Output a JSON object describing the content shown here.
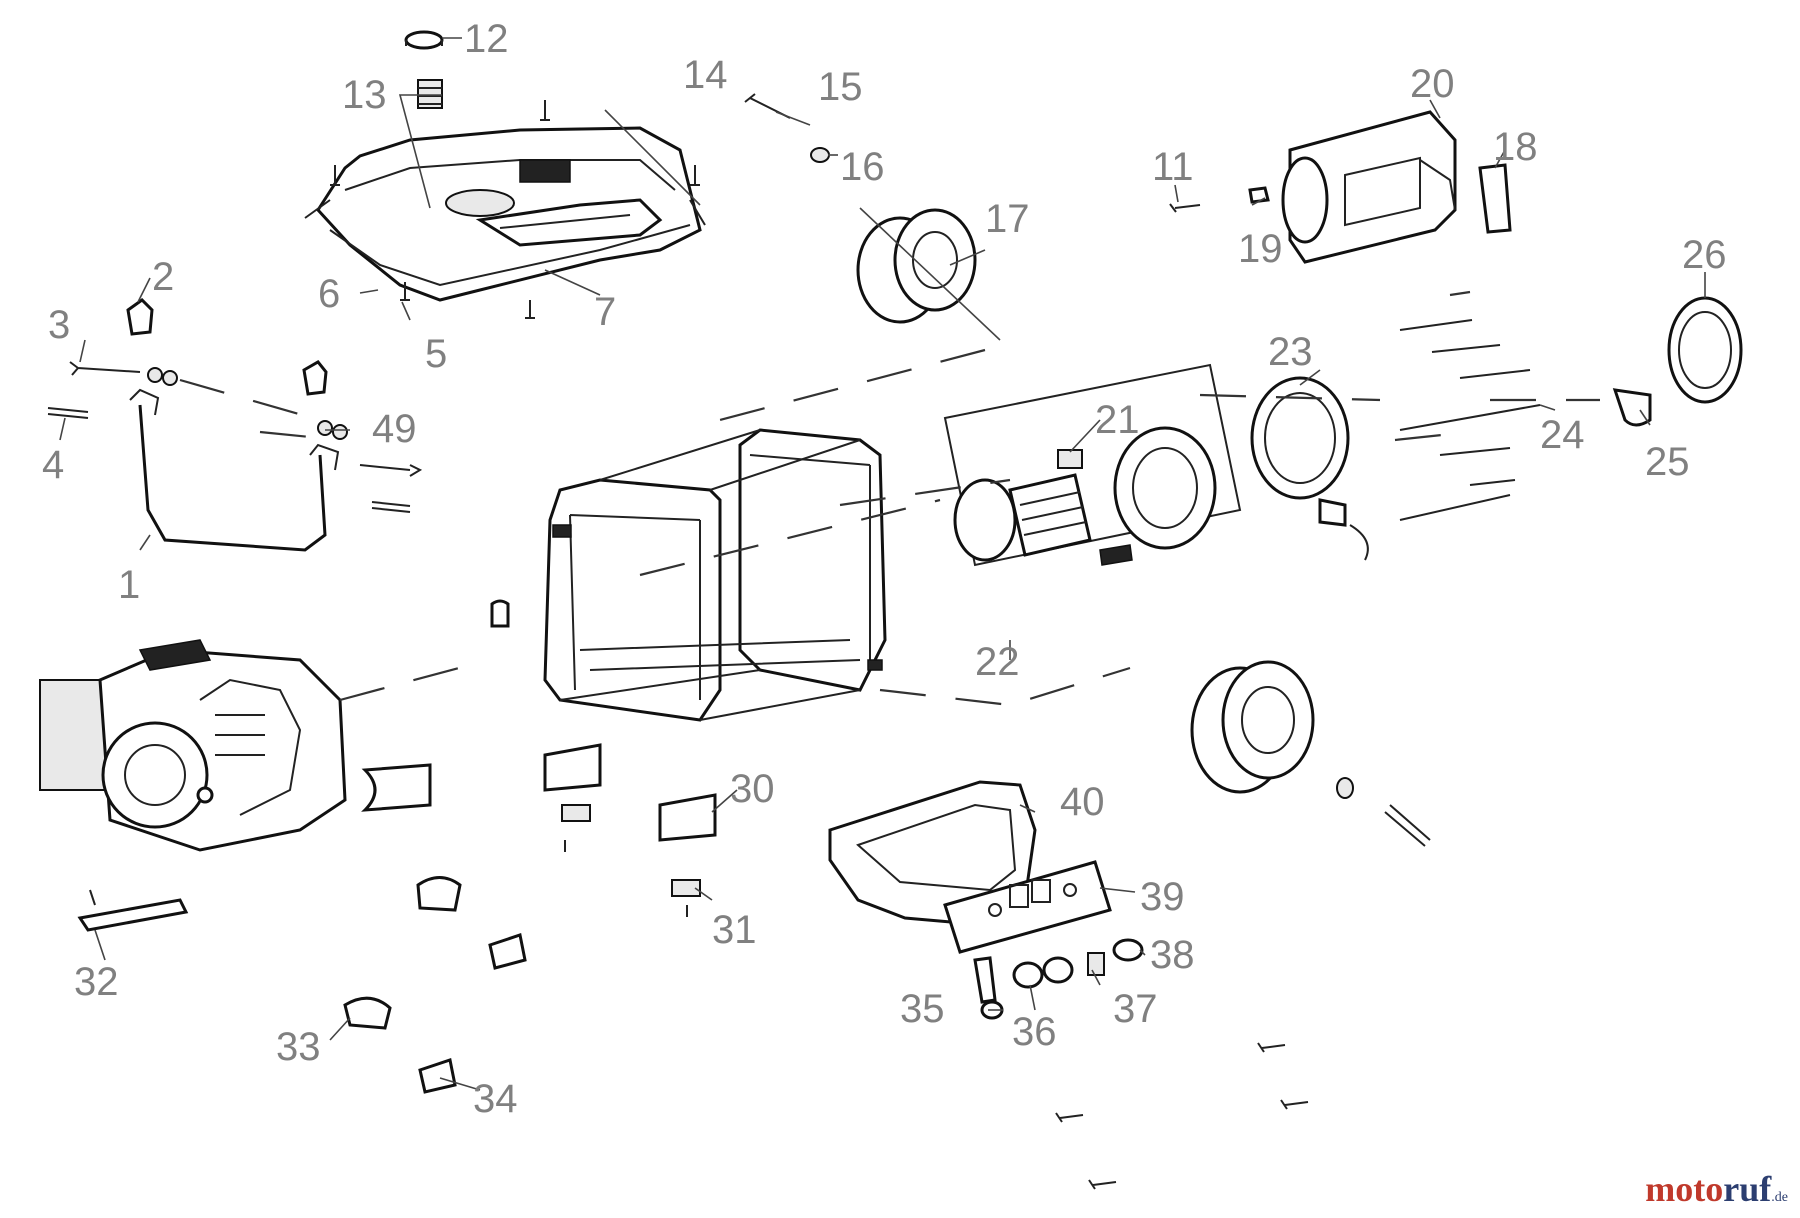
{
  "labels": {
    "p1": "1",
    "p2": "2",
    "p3": "3",
    "p4": "4",
    "p5": "5",
    "p6": "6",
    "p7": "7",
    "p11": "11",
    "p12": "12",
    "p13": "13",
    "p14": "14",
    "p15": "15",
    "p16": "16",
    "p17": "17",
    "p18": "18",
    "p19": "19",
    "p20": "20",
    "p21": "21",
    "p22": "22",
    "p23": "23",
    "p24": "24",
    "p25": "25",
    "p26": "26",
    "p30": "30",
    "p31": "31",
    "p32": "32",
    "p33": "33",
    "p34": "34",
    "p35": "35",
    "p36": "36",
    "p37": "37",
    "p38": "38",
    "p39": "39",
    "p40": "40",
    "p49": "49"
  },
  "brand": {
    "name_a": "moto",
    "name_b": "ruf",
    "tld": ".de"
  },
  "colors": {
    "label": "#808080",
    "line": "#222222",
    "brand_red": "#c0392b",
    "brand_blue": "#2c3e70"
  }
}
